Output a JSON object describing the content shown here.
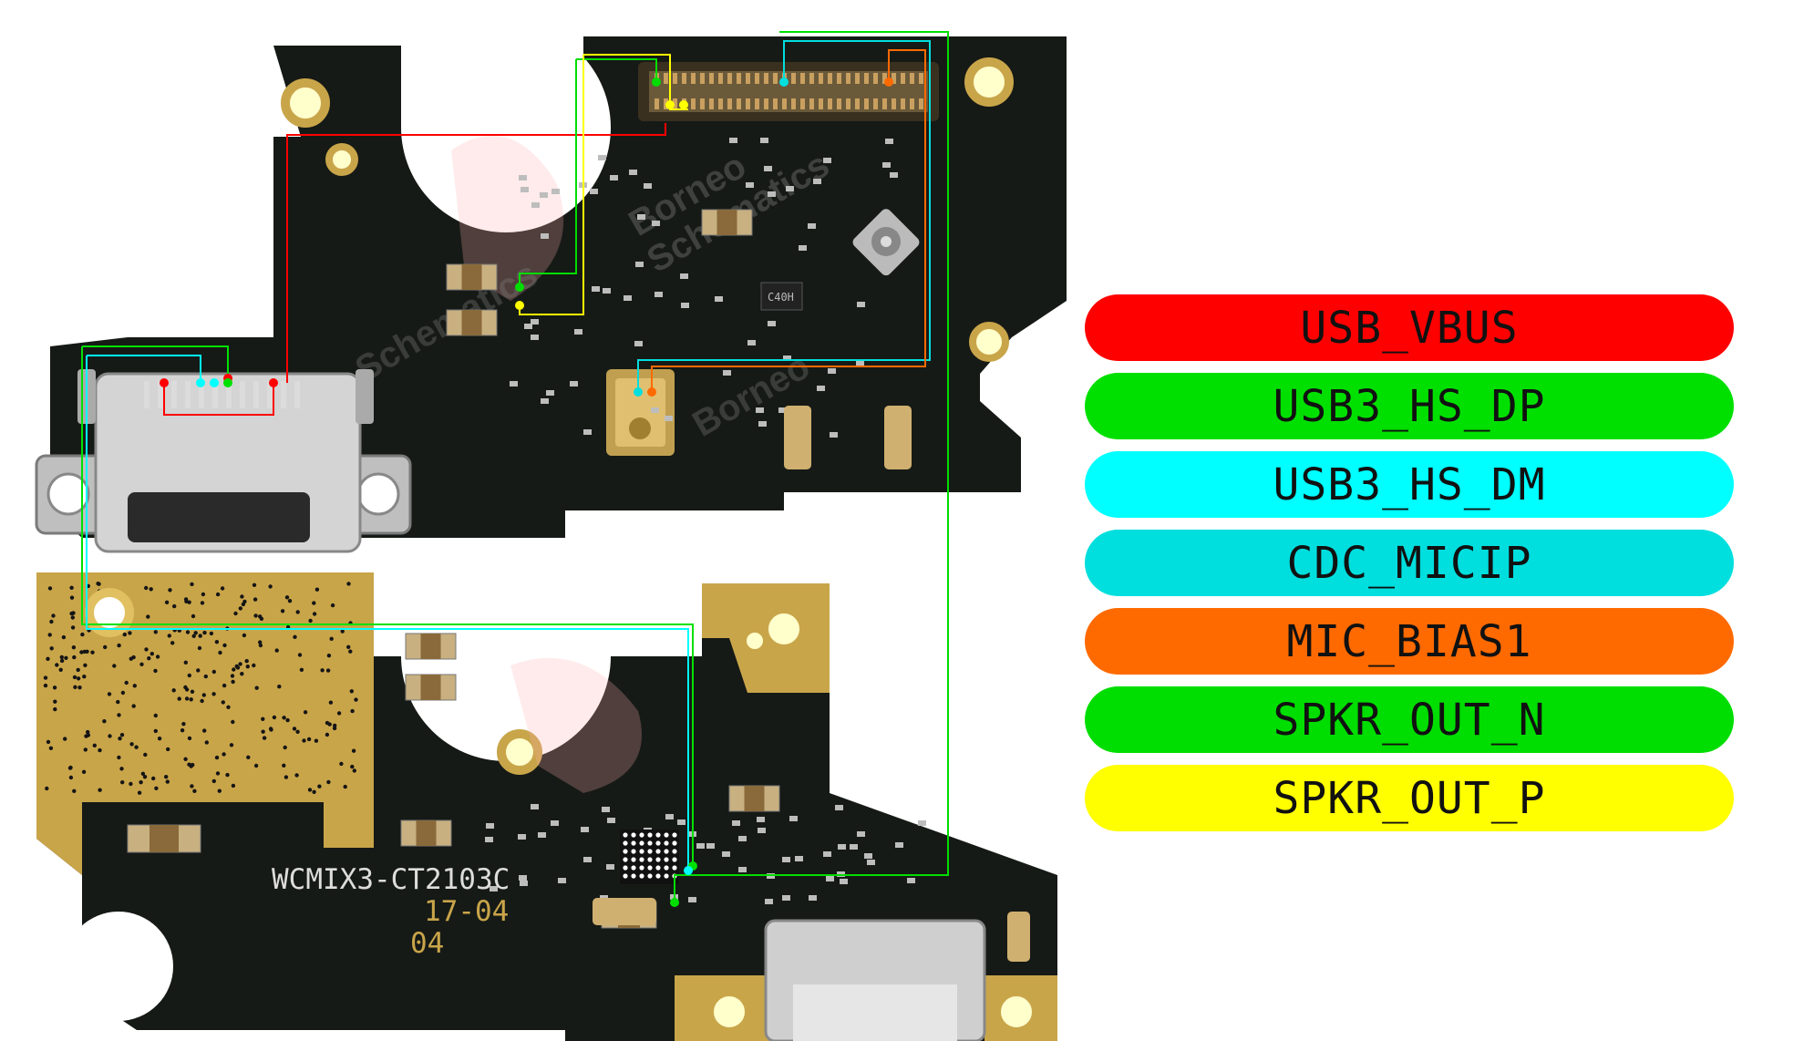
{
  "legend": [
    {
      "label": "USB_VBUS",
      "color": "#ff0000"
    },
    {
      "label": "USB3_HS_DP",
      "color": "#00e000"
    },
    {
      "label": "USB3_HS_DM",
      "color": "#00ffff"
    },
    {
      "label": "CDC_MICIP",
      "color": "#00dede"
    },
    {
      "label": "MIC_BIAS1",
      "color": "#ff6a00"
    },
    {
      "label": "SPKR_OUT_N",
      "color": "#00dd00"
    },
    {
      "label": "SPKR_OUT_P",
      "color": "#ffff00"
    }
  ],
  "silkscreen": {
    "model": "WCMIX3-CT2103C",
    "date": "17-04",
    "rev": "04",
    "chip_mark": "C40H"
  },
  "watermark": {
    "line1": "Borneo",
    "line2": "Schematics"
  }
}
